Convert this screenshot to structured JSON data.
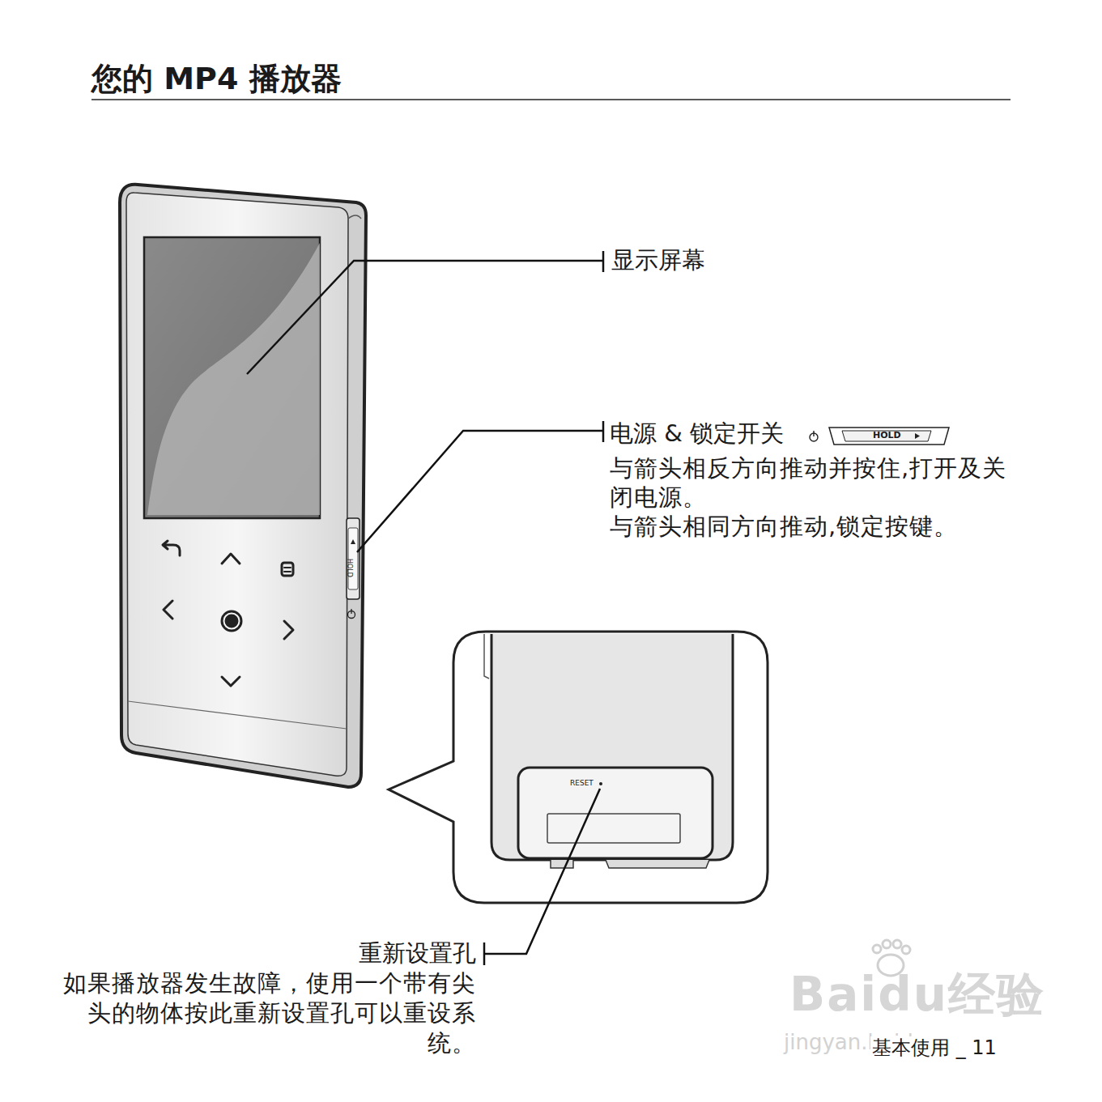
{
  "diagram": {
    "title": "您的 MP4 播放器",
    "labels": [
      "显示屏幕",
      "电源 & 锁定开关",
      "HOLD",
      "与箭头相反方向推动并按住,打开及关闭电源。",
      "与箭头相同方向推动,锁定按键。",
      "HOLD",
      "RESET",
      "重新设置孔",
      "如果播放器发生故障，使用一个带有尖头的物体按此重新设置孔可以重设系统。",
      "Baidu经验",
      "jingyan.baidu.com",
      "基本使用 _ 11"
    ]
  }
}
